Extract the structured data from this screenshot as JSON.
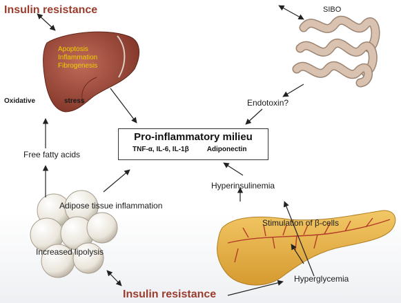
{
  "liver": {
    "top_label": "Insulin resistance",
    "inside_lines": [
      "Apoptosis",
      "Inflammation",
      "Fibrogenesis"
    ],
    "left_label": "Oxidative",
    "right_label": "stress"
  },
  "gut": {
    "label": "SIBO",
    "output_label": "Endotoxin?"
  },
  "center": {
    "title": "Pro-inflammatory milieu",
    "up_text": "TNF-α, IL-6, IL-1β",
    "down_text": "Adiponectin"
  },
  "fat": {
    "ffa_label": "Free fatty acids",
    "inflammation_label": "Adipose tissue inflammation",
    "lipolysis_label": "Increased lipolysis"
  },
  "pancreas": {
    "hyperinsulinemia": "Hyperinsulinemia",
    "stimulation": "Stimulation of β-cells",
    "hyperglycemia": "Hyperglycemia"
  },
  "bottom": {
    "label": "Insulin resistance"
  },
  "colors": {
    "accent_red": "#9a3b2c",
    "liver": "#a04c3e",
    "liver_text": "#f0d000",
    "pancreas": "#e8b64a",
    "vessel": "#b33a2a",
    "gut": "#c9b09c"
  }
}
